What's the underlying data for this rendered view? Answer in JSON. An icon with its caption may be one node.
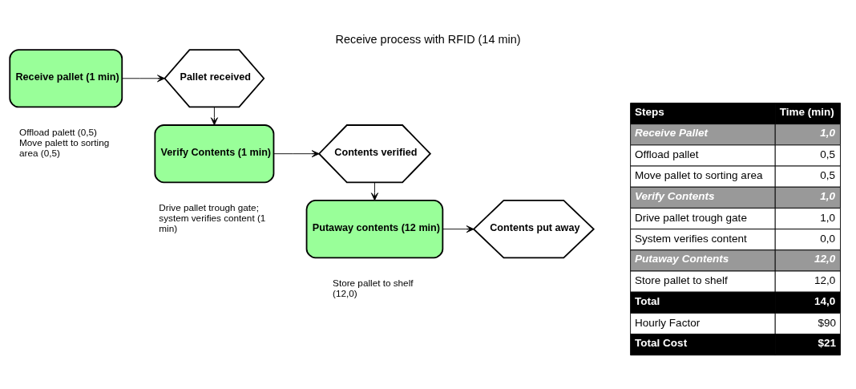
{
  "diagram": {
    "title": "Receive process with RFID (14 min)",
    "nodes": [
      {
        "text": [
          "Receive pallet (1 min)"
        ],
        "beside": [
          "Offload palett (0,5)",
          "Move palett to sorting area (0,5)"
        ]
      },
      {
        "text": [
          "Pallet received"
        ]
      },
      {
        "text": [
          "Verify Contents (1 min)"
        ],
        "beside": [
          "Drive pallet trough gate; system verifies content (1 min)"
        ]
      },
      {
        "text": [
          "Contents verified"
        ]
      },
      {
        "text": [
          "Putaway contents (12 min)"
        ],
        "beside": [
          "Store pallet to shelf (12,0)"
        ]
      },
      {
        "text": [
          "Contents put away"
        ]
      }
    ],
    "edges": [
      {
        "from": 0,
        "to": 1,
        "arrow": "to"
      },
      {
        "from": 1,
        "to": 2,
        "arrow": "to"
      },
      {
        "from": 2,
        "to": 3,
        "arrow": "to"
      },
      {
        "from": 3,
        "to": 4,
        "arrow": "to"
      },
      {
        "from": 4,
        "to": 5,
        "arrow": "to"
      }
    ],
    "labels": [
      "Steps",
      "Time (min)",
      "Receive Pallet",
      "1,0",
      "Offload pallet",
      "0,5",
      "Move pallet to sorting area",
      "0,5",
      "Verify Contents",
      "1,0",
      "Drive pallet trough gate",
      "1,0",
      "System verifies content",
      "0,0",
      "Putaway Contents",
      "12,0",
      "Store pallet to shelf",
      "12,0",
      "Total",
      "14,0",
      "Hourly Factor",
      "$90",
      "Total Cost",
      "$21"
    ]
  }
}
